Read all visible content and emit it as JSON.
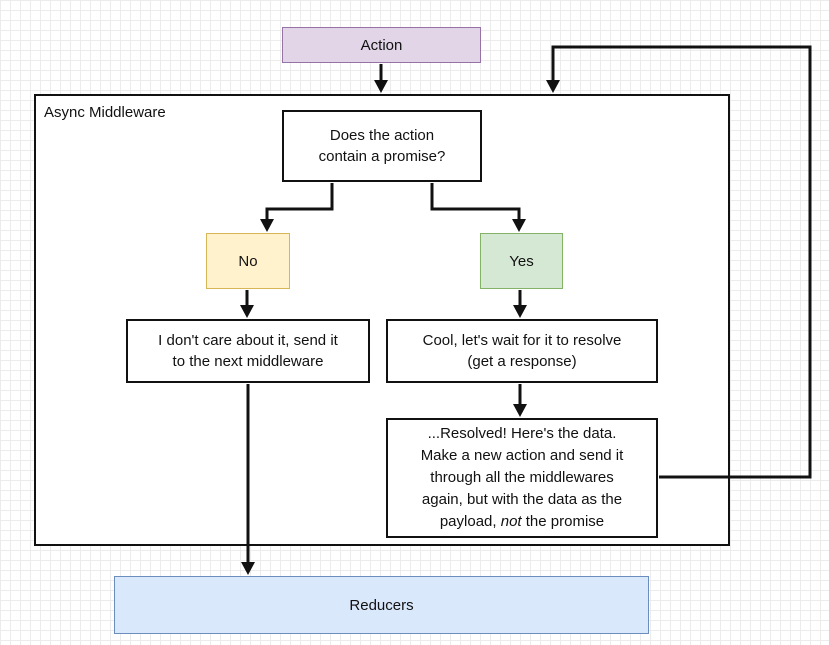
{
  "container": {
    "label": "Async Middleware"
  },
  "nodes": {
    "action": "Action",
    "decision": "Does the action\ncontain a promise?",
    "no": "No",
    "yes": "Yes",
    "ignore": "I don't care about it, send it\nto the next middleware",
    "wait": "Cool, let's wait for it to resolve\n(get a response)",
    "resolved_line1": "...Resolved!  Here's the data.\nMake a new action and send it\nthrough all the middlewares\nagain, but with the data as the\npayload, ",
    "resolved_em": "not",
    "resolved_line2": " the promise",
    "reducers": "Reducers"
  },
  "colors": {
    "action": "#e1d5e7",
    "no": "#fff2cc",
    "yes": "#d5e8d4",
    "reducers": "#dae8fc"
  }
}
